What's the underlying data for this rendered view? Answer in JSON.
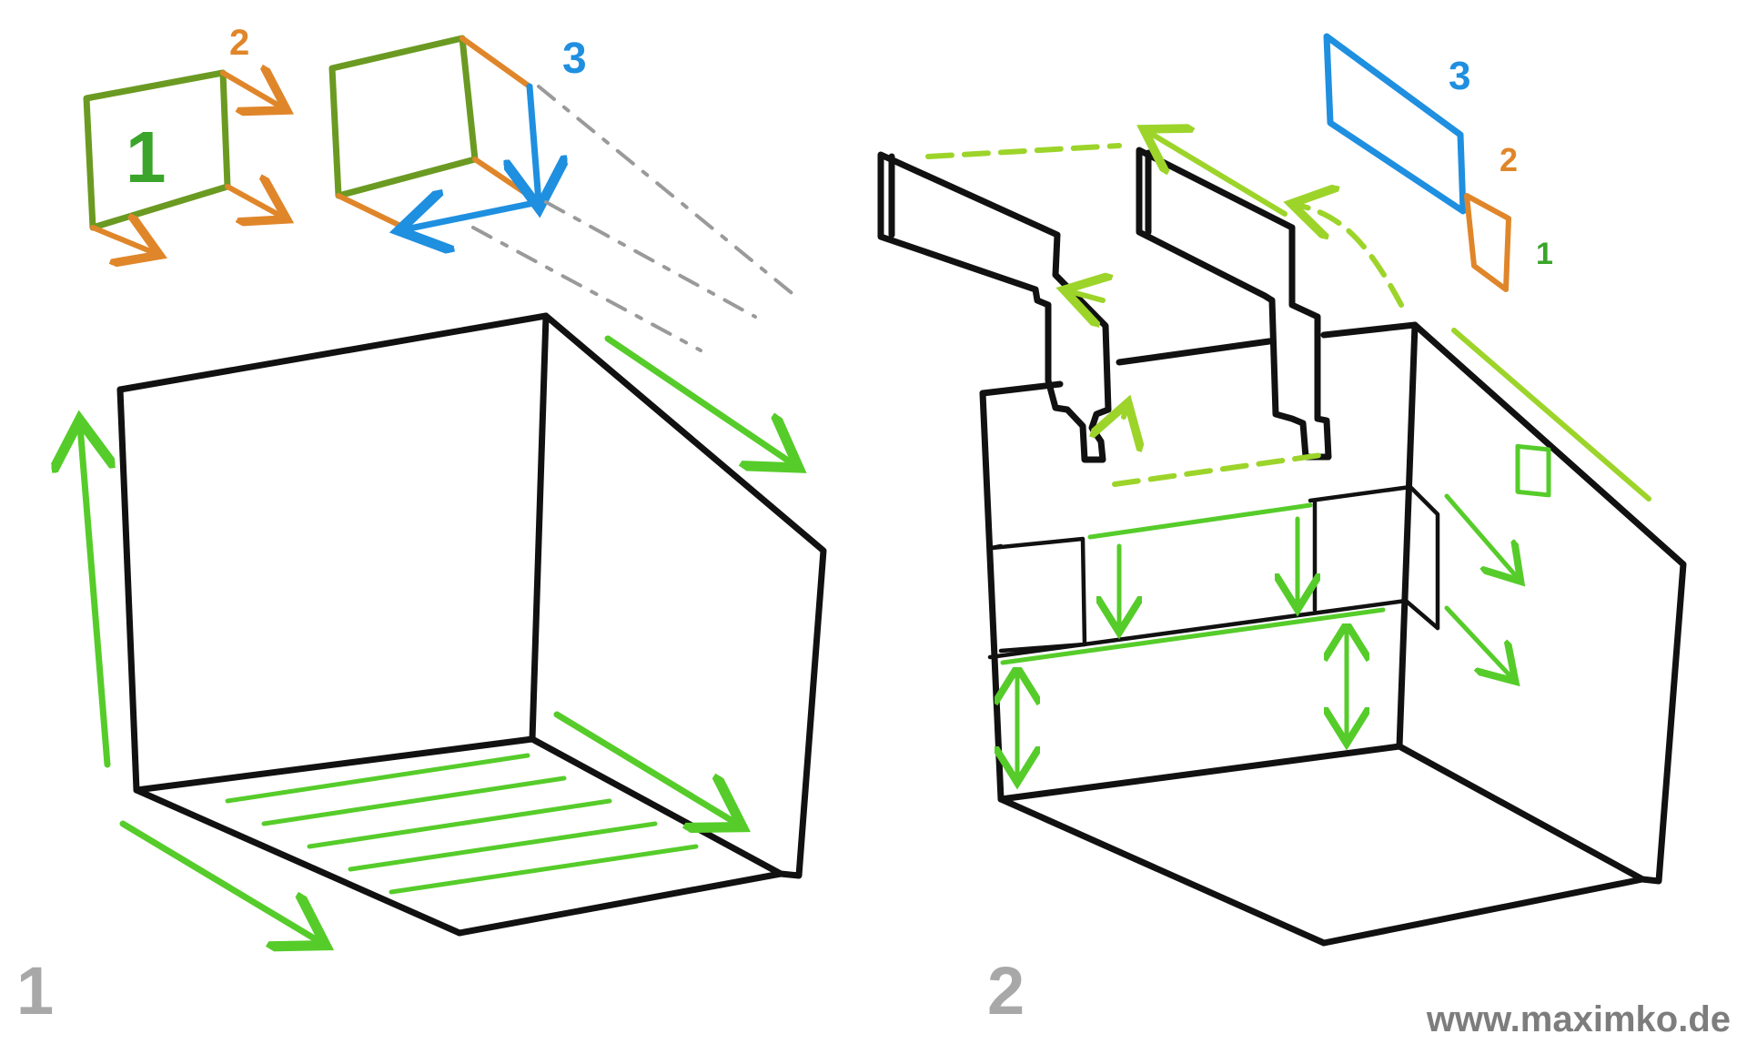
{
  "panels": [
    {
      "label": "1"
    },
    {
      "label": "2"
    }
  ],
  "mini_labels": {
    "face": "1",
    "edge_orange": "2",
    "edge_blue": "3",
    "right_blue": "3",
    "right_orange": "2",
    "right_green": "1"
  },
  "watermark": "www.maximko.de",
  "colors": {
    "line": "#111111",
    "green": "#56cc2a",
    "light_green": "#9dd42a",
    "olive": "#6b9a22",
    "orange": "#e0862a",
    "blue": "#1f8fe0",
    "label_gray": "#a8a8a8"
  }
}
